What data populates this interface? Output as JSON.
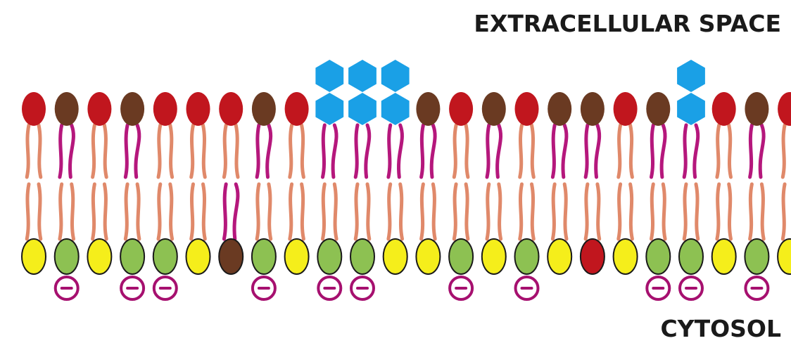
{
  "labels": {
    "top": "EXTRACELLULAR SPACE",
    "bottom": "CYTOSOL"
  },
  "colors": {
    "tail_saturated": "#e0896a",
    "tail_unsaturated": "#b5177c",
    "head_red": "#c1161e",
    "head_brown": "#6a3a22",
    "head_yellow": "#f5ee1b",
    "head_green": "#8dc152",
    "head_outline": "#1a1a1a",
    "glycan": "#1aa0e6",
    "charge_ring": "#a6106f"
  },
  "outer_leaflet": [
    {
      "head": "red",
      "tails": "sat"
    },
    {
      "head": "brown",
      "tails": "unsat"
    },
    {
      "head": "red",
      "tails": "sat"
    },
    {
      "head": "brown",
      "tails": "unsat"
    },
    {
      "head": "red",
      "tails": "sat"
    },
    {
      "head": "red",
      "tails": "sat"
    },
    {
      "head": "red",
      "tails": "sat"
    },
    {
      "head": "brown",
      "tails": "unsat"
    },
    {
      "head": "red",
      "tails": "sat"
    },
    {
      "head": "glycan",
      "sugars": 2,
      "tails": "unsat"
    },
    {
      "head": "glycan",
      "sugars": 2,
      "tails": "unsat"
    },
    {
      "head": "glycan",
      "sugars": 2,
      "tails": "unsat"
    },
    {
      "head": "brown",
      "tails": "unsat"
    },
    {
      "head": "red",
      "tails": "sat"
    },
    {
      "head": "brown",
      "tails": "unsat"
    },
    {
      "head": "red",
      "tails": "sat"
    },
    {
      "head": "brown",
      "tails": "unsat"
    },
    {
      "head": "brown",
      "tails": "unsat"
    },
    {
      "head": "red",
      "tails": "sat"
    },
    {
      "head": "brown",
      "tails": "unsat"
    },
    {
      "head": "glycan",
      "sugars": 2,
      "tails": "unsat"
    },
    {
      "head": "red",
      "tails": "sat"
    },
    {
      "head": "brown",
      "tails": "unsat"
    },
    {
      "head": "red",
      "tails": "sat"
    }
  ],
  "inner_leaflet": [
    {
      "head": "yellow",
      "charge": false
    },
    {
      "head": "green",
      "charge": true
    },
    {
      "head": "yellow",
      "charge": false
    },
    {
      "head": "green",
      "charge": true
    },
    {
      "head": "green",
      "charge": true
    },
    {
      "head": "yellow",
      "charge": false
    },
    {
      "head": "brown",
      "charge": false,
      "tails": "unsat"
    },
    {
      "head": "green",
      "charge": true
    },
    {
      "head": "yellow",
      "charge": false
    },
    {
      "head": "green",
      "charge": true
    },
    {
      "head": "green",
      "charge": true
    },
    {
      "head": "yellow",
      "charge": false
    },
    {
      "head": "yellow",
      "charge": false
    },
    {
      "head": "green",
      "charge": true
    },
    {
      "head": "yellow",
      "charge": false
    },
    {
      "head": "green",
      "charge": true
    },
    {
      "head": "yellow",
      "charge": false
    },
    {
      "head": "red",
      "charge": false
    },
    {
      "head": "yellow",
      "charge": false
    },
    {
      "head": "green",
      "charge": true
    },
    {
      "head": "green",
      "charge": true
    },
    {
      "head": "yellow",
      "charge": false
    },
    {
      "head": "green",
      "charge": true
    },
    {
      "head": "yellow",
      "charge": false
    }
  ]
}
